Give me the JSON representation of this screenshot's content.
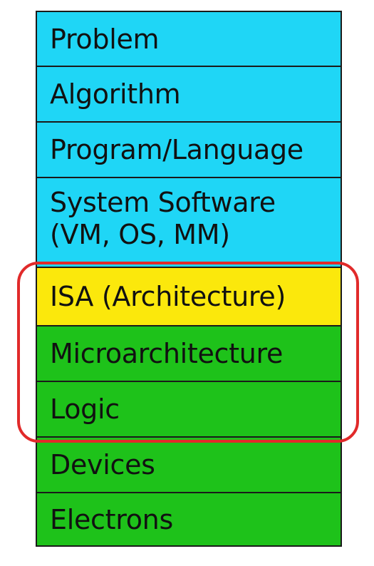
{
  "layers": [
    {
      "label": "Problem",
      "color": "#1fd6f6"
    },
    {
      "label": "Algorithm",
      "color": "#1fd6f6"
    },
    {
      "label": "Program/Language",
      "color": "#1fd6f6"
    },
    {
      "label": "System Software\n(VM, OS, MM)",
      "color": "#1fd6f6"
    },
    {
      "label": "ISA (Architecture)",
      "color": "#fbe80c"
    },
    {
      "label": "Microarchitecture",
      "color": "#1ec21a"
    },
    {
      "label": "Logic",
      "color": "#1ec21a"
    },
    {
      "label": "Devices",
      "color": "#1ec21a"
    },
    {
      "label": "Electrons",
      "color": "#1ec21a"
    }
  ],
  "highlight": {
    "color": "#e12a2a",
    "covers": [
      "ISA (Architecture)",
      "Microarchitecture",
      "Logic"
    ]
  }
}
